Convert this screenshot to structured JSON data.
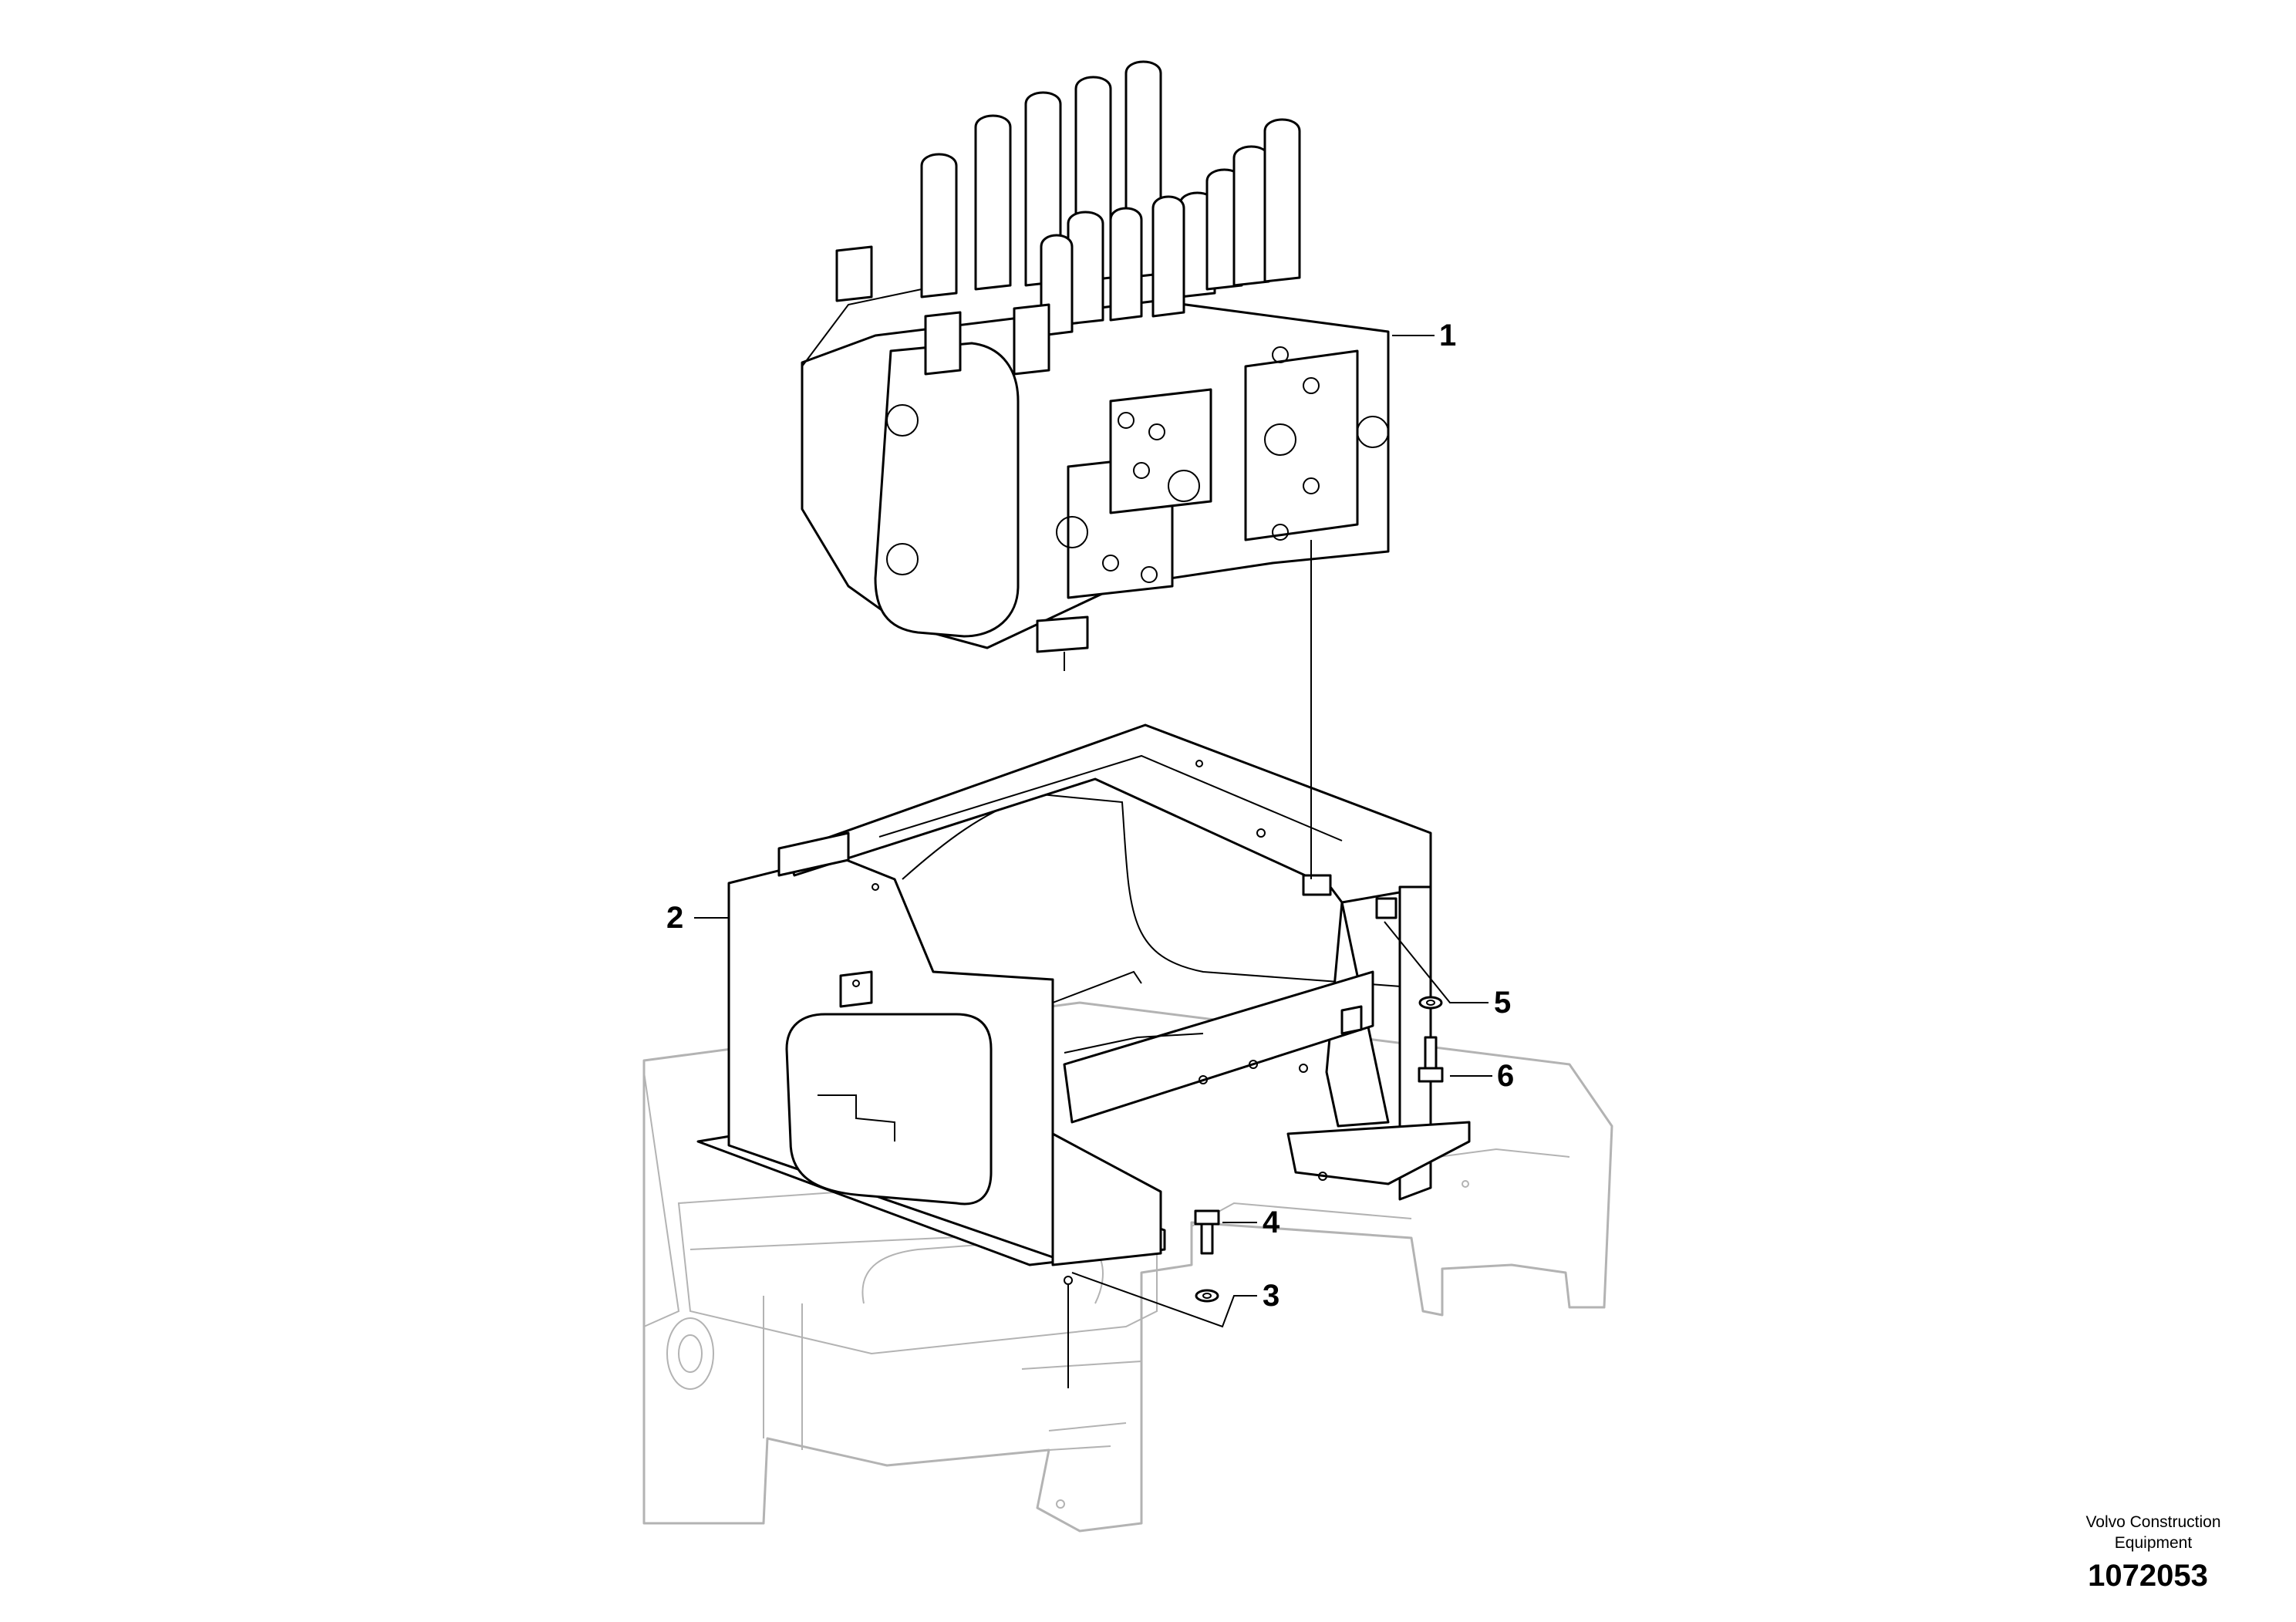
{
  "callouts": {
    "c1": "1",
    "c2": "2",
    "c3": "3",
    "c4": "4",
    "c5": "5",
    "c6": "6"
  },
  "footer": {
    "maker_line1": "Volvo Construction",
    "maker_line2": "Equipment",
    "doc_number": "1072053"
  },
  "icons": [
    "control-valve",
    "valve-mounting-frame",
    "washer",
    "bolt",
    "upper-frame-outline"
  ],
  "colors": {
    "line": "#000000",
    "background_outline": "#b3b3b3",
    "background": "#ffffff"
  }
}
